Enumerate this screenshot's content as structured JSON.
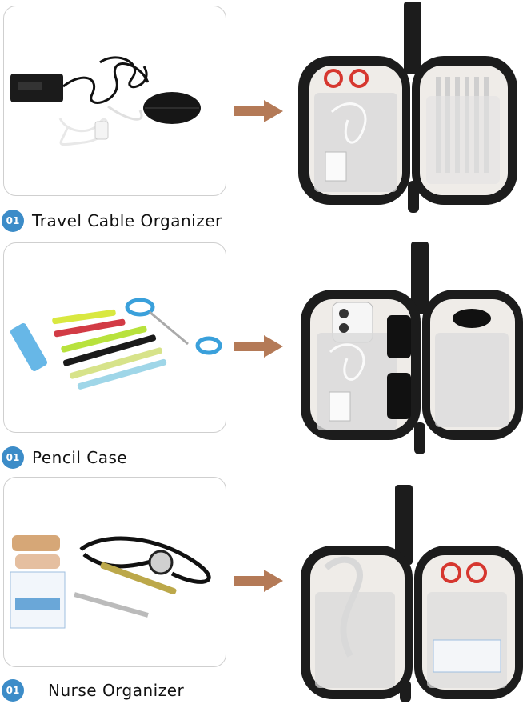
{
  "sections": [
    {
      "badge": "01",
      "label": "Travel Cable Organizer"
    },
    {
      "badge": "01",
      "label": "Pencil Case"
    },
    {
      "badge": "01",
      "label": "Nurse Organizer"
    }
  ],
  "colors": {
    "badge": "#3c8cc8",
    "arrow": "#b47a57",
    "bag": "#1c1c1c",
    "lining": "#efece8"
  },
  "icons": [
    "right-arrow-icon",
    "scissors-icon",
    "stethoscope-icon",
    "sunglasses-icon",
    "mouse-icon",
    "phone-icon",
    "cable-icon",
    "pen-icon"
  ]
}
